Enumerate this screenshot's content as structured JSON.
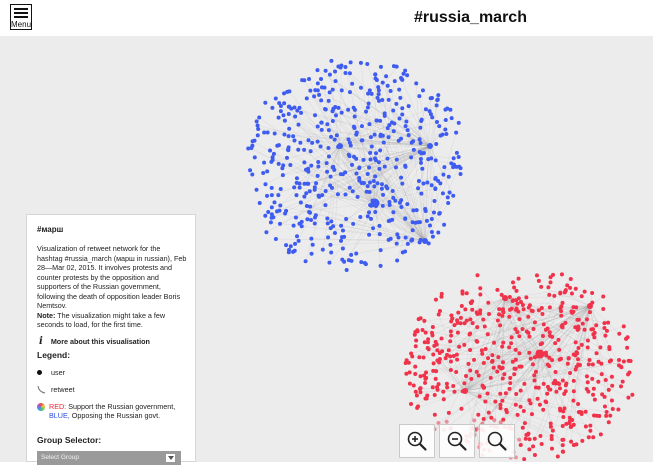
{
  "header": {
    "menu_label": "Menu",
    "title": "#russia_march"
  },
  "info_panel": {
    "hashtag": "#марш",
    "description": "Visualization of retweet network for the hashtag #russia_march (марш in russian), Feb 28—Mar 02, 2015. It involves protests and counter protests by the opposition and supporters of the Russian government, following the death of opposition leader Boris Nemtsov.",
    "note_label": "Note:",
    "note_text": "The visualization might take a few seconds to load, for the first time.",
    "more_link": "More about this visualisation",
    "legend_title": "Legend:",
    "legend_user": "user",
    "legend_retweet": "retweet",
    "red_label": "RED:",
    "red_text": "Support the Russian government,",
    "blue_label": "BLUE,",
    "blue_text": "Opposing the Russian govt.",
    "group_selector_title": "Group Selector:",
    "group_selector_value": "Select Group"
  },
  "colors": {
    "blue_group": "#3f5cf0",
    "red_group": "#f0324a",
    "background": "#ececec"
  },
  "zoom": {
    "zoom_in_icon": "zoom-in-icon",
    "zoom_out_icon": "zoom-out-icon",
    "zoom_reset_icon": "zoom-reset-icon"
  }
}
